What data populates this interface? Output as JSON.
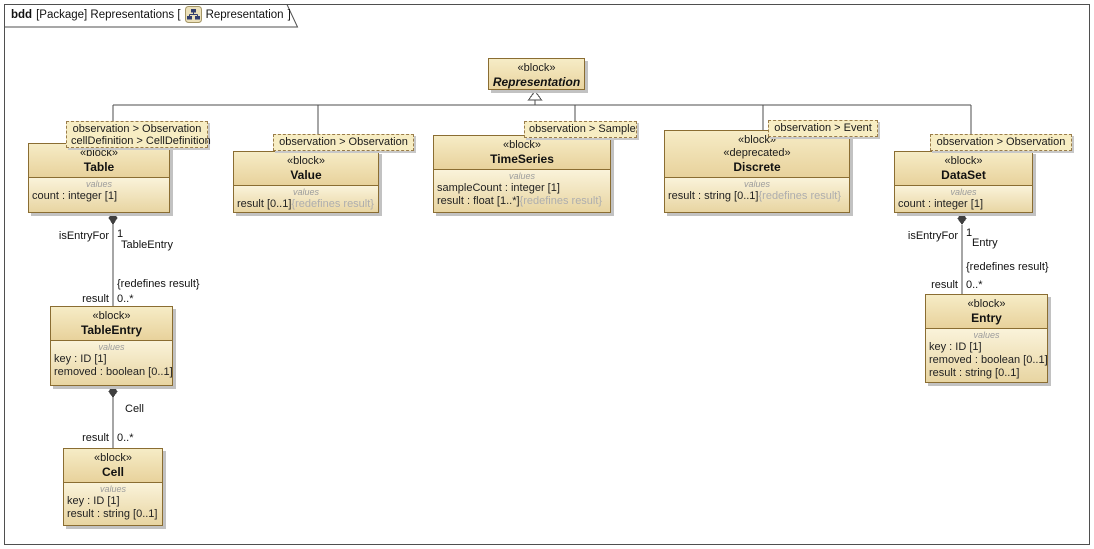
{
  "colors": {
    "block_border": "#8a6d32",
    "block_fill_top": "#f6ecc6",
    "block_fill_bottom": "#e8d29c",
    "note_fill": "#f7edc3",
    "shadow": "#c2c2c2",
    "connector_line": "#4d4d4d",
    "frame_border": "#4f4f4f",
    "muted_text": "#aeaeae"
  },
  "tab": {
    "keyword": "bdd",
    "context": "[Package] Representations [",
    "diagram_icon": "bdd-diagram-icon",
    "diagram_name": "Representation",
    "closing": "]"
  },
  "blocks": {
    "representation": {
      "stereotype": "«block»",
      "name": "Representation"
    },
    "table": {
      "stereotype": "«block»",
      "name": "Table",
      "compartment": "values",
      "attributes": [
        {
          "text": "count : integer [1]",
          "gray": ""
        }
      ]
    },
    "value": {
      "stereotype": "«block»",
      "name": "Value",
      "compartment": "values",
      "attributes": [
        {
          "text": "result [0..1]",
          "gray": "{redefines result}"
        }
      ]
    },
    "timeseries": {
      "stereotype": "«block»",
      "name": "TimeSeries",
      "compartment": "values",
      "attributes": [
        {
          "text": "sampleCount : integer [1]",
          "gray": ""
        },
        {
          "text": "result : float [1..*]",
          "gray": "{redefines result}"
        }
      ]
    },
    "discrete": {
      "stereotype": "«block»",
      "stereotype2": "«deprecated»",
      "name": "Discrete",
      "compartment": "values",
      "attributes": [
        {
          "text": "result : string [0..1]",
          "gray": "{redefines result}"
        }
      ]
    },
    "dataset": {
      "stereotype": "«block»",
      "name": "DataSet",
      "compartment": "values",
      "attributes": [
        {
          "text": "count : integer [1]",
          "gray": ""
        }
      ]
    },
    "tableentry": {
      "stereotype": "«block»",
      "name": "TableEntry",
      "compartment": "values",
      "attributes": [
        {
          "text": "key : ID [1]",
          "gray": ""
        },
        {
          "text": "removed : boolean [0..1]",
          "gray": ""
        }
      ]
    },
    "cell": {
      "stereotype": "«block»",
      "name": "Cell",
      "compartment": "values",
      "attributes": [
        {
          "text": "key : ID [1]",
          "gray": ""
        },
        {
          "text": "result : string [0..1]",
          "gray": ""
        }
      ]
    },
    "entry": {
      "stereotype": "«block»",
      "name": "Entry",
      "compartment": "values",
      "attributes": [
        {
          "text": "key : ID [1]",
          "gray": ""
        },
        {
          "text": "removed : boolean [0..1]",
          "gray": ""
        },
        {
          "text": "result : string [0..1]",
          "gray": ""
        }
      ]
    }
  },
  "notes": {
    "table": [
      "observation > Observation",
      "cellDefinition > CellDefinition"
    ],
    "value": [
      "observation > Observation"
    ],
    "timeseries": [
      "observation > Sample"
    ],
    "discrete": [
      "observation > Event"
    ],
    "dataset": [
      "observation > Observation"
    ]
  },
  "associations": {
    "table_tableentry": {
      "role": "isEntryFor",
      "mult_whole": "1",
      "part_name": "TableEntry",
      "constraint": "{redefines result}",
      "end_role": "result",
      "end_mult": "0..*"
    },
    "tableentry_cell": {
      "part_name": "Cell",
      "end_role": "result",
      "end_mult": "0..*"
    },
    "dataset_entry": {
      "role": "isEntryFor",
      "mult_whole": "1",
      "part_name": "Entry",
      "constraint": "{redefines result}",
      "end_role": "result",
      "end_mult": "0..*"
    }
  }
}
